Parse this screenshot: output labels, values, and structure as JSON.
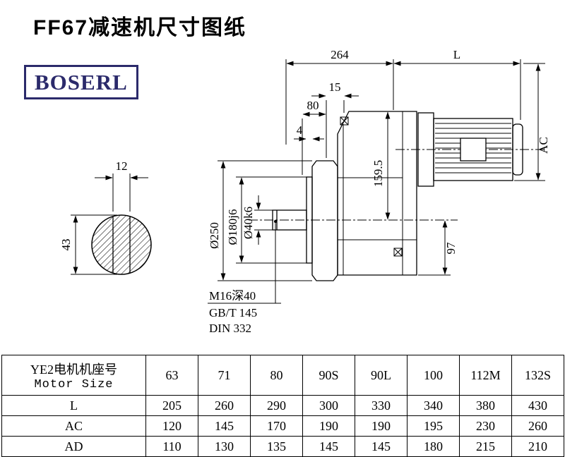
{
  "colors": {
    "brand": "#2b2a6b",
    "ink": "#000000",
    "paper": "#ffffff"
  },
  "page": {
    "title": "FF67减速机尺寸图纸",
    "brand": "BOSERL"
  },
  "drawing": {
    "dims": {
      "overall_length": "264",
      "motor_length": "L",
      "dim_15": "15",
      "dim_80": "80",
      "dim_4": "4",
      "motor_diameter": "AC",
      "center_height": "159.5",
      "dim_97": "97",
      "key_width": "12",
      "shaft_section_height": "43",
      "flange_diameter": "Ø250",
      "spigot_diameter": "Ø180j6",
      "shaft_diameter": "Ø40k6"
    },
    "notes": [
      "M16深40",
      "GB/T 145",
      "DIN 332"
    ]
  },
  "table": {
    "header": {
      "line1": "YE2电机机座号",
      "line2": "Motor Size"
    },
    "sizes": [
      "63",
      "71",
      "80",
      "90S",
      "90L",
      "100",
      "112M",
      "132S"
    ],
    "rows": [
      {
        "label": "L",
        "values": [
          "205",
          "260",
          "290",
          "300",
          "330",
          "340",
          "380",
          "430"
        ]
      },
      {
        "label": "AC",
        "values": [
          "120",
          "145",
          "170",
          "190",
          "190",
          "195",
          "230",
          "260"
        ]
      },
      {
        "label": "AD",
        "values": [
          "110",
          "130",
          "135",
          "145",
          "145",
          "180",
          "215",
          "210"
        ]
      }
    ]
  }
}
